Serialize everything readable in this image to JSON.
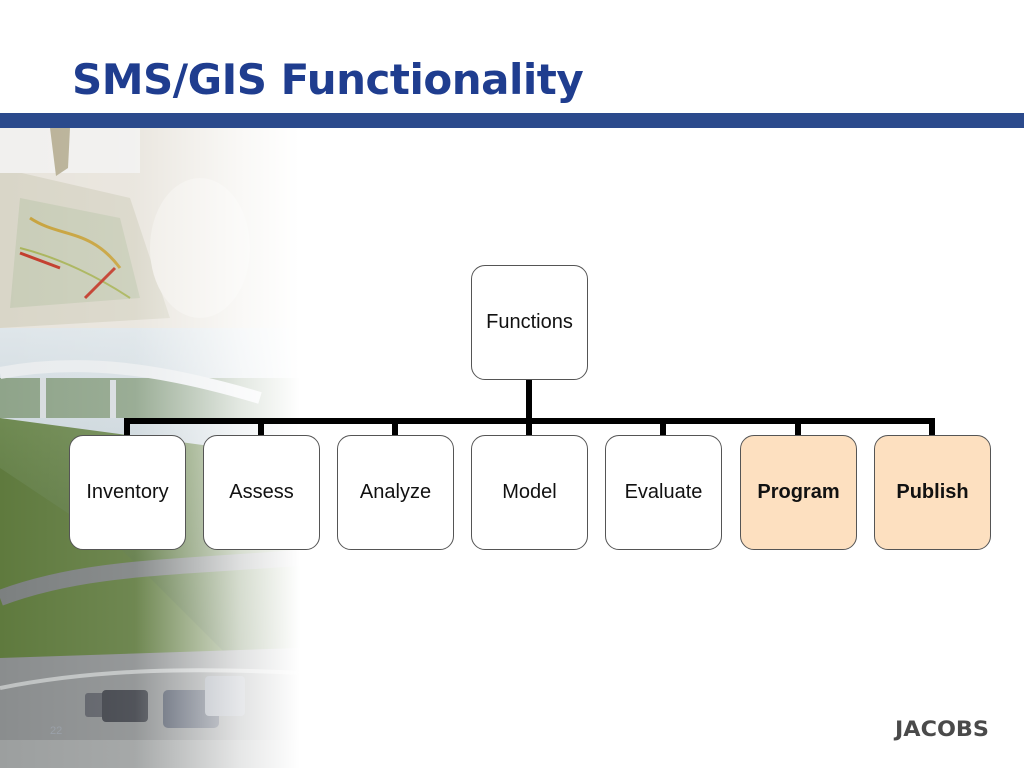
{
  "slide": {
    "title": "SMS/GIS Functionality",
    "page_number": "22",
    "logo_text": "JACOBS"
  },
  "diagram": {
    "root": {
      "label": "Functions"
    },
    "children": [
      {
        "label": "Inventory",
        "highlight": false
      },
      {
        "label": "Assess",
        "highlight": false
      },
      {
        "label": "Analyze",
        "highlight": false
      },
      {
        "label": "Model",
        "highlight": false
      },
      {
        "label": "Evaluate",
        "highlight": false
      },
      {
        "label": "Program",
        "highlight": true
      },
      {
        "label": "Publish",
        "highlight": true
      }
    ]
  },
  "colors": {
    "title": "#1f3d8f",
    "title_bar": "#2b4a8c",
    "highlight_fill": "#fde0c0",
    "connector": "#000000"
  }
}
